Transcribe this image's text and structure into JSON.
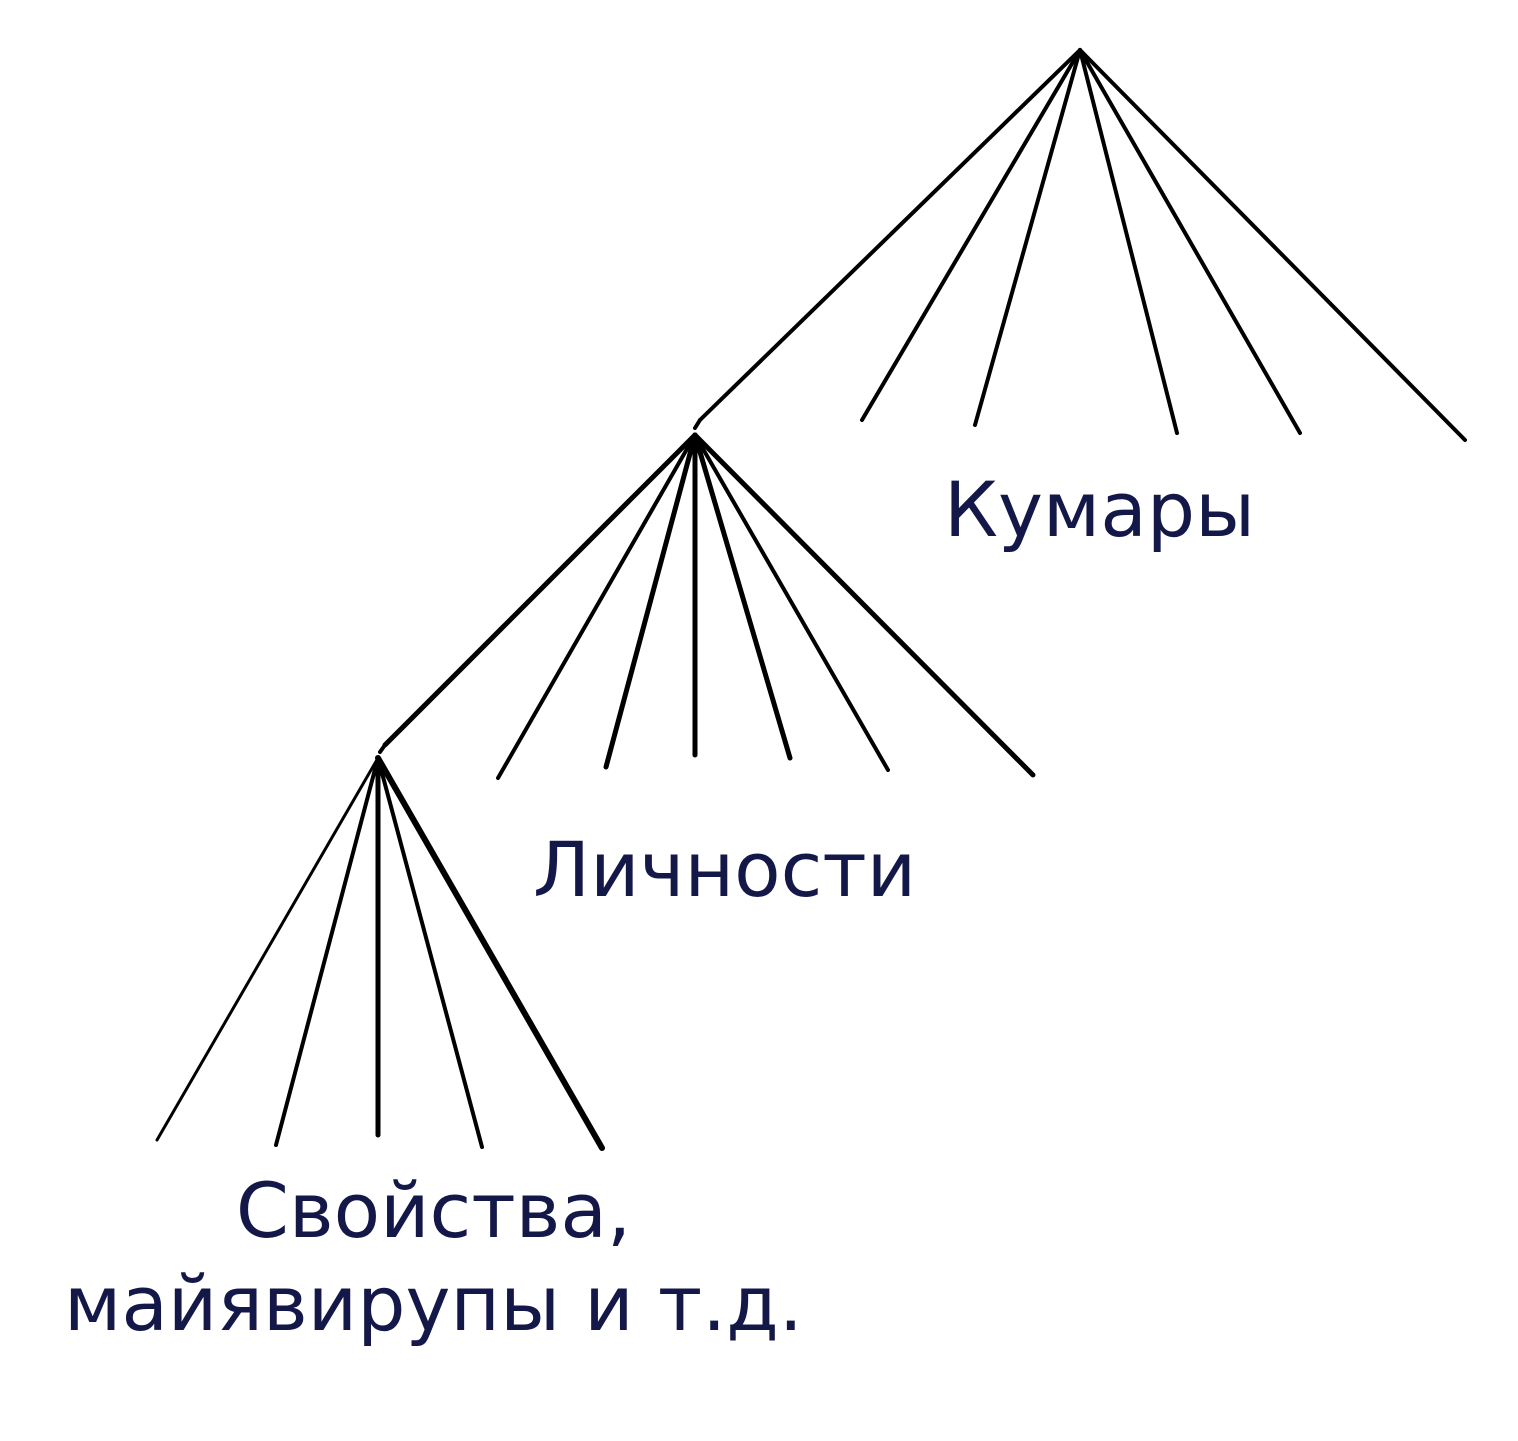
{
  "diagram": {
    "line_color": "#000000",
    "text_color": "#141849",
    "levels": [
      {
        "label": "Кумары"
      },
      {
        "label": "Личности"
      },
      {
        "label_lines": [
          "Свойства,",
          "майявирупы и т.д."
        ]
      }
    ]
  }
}
